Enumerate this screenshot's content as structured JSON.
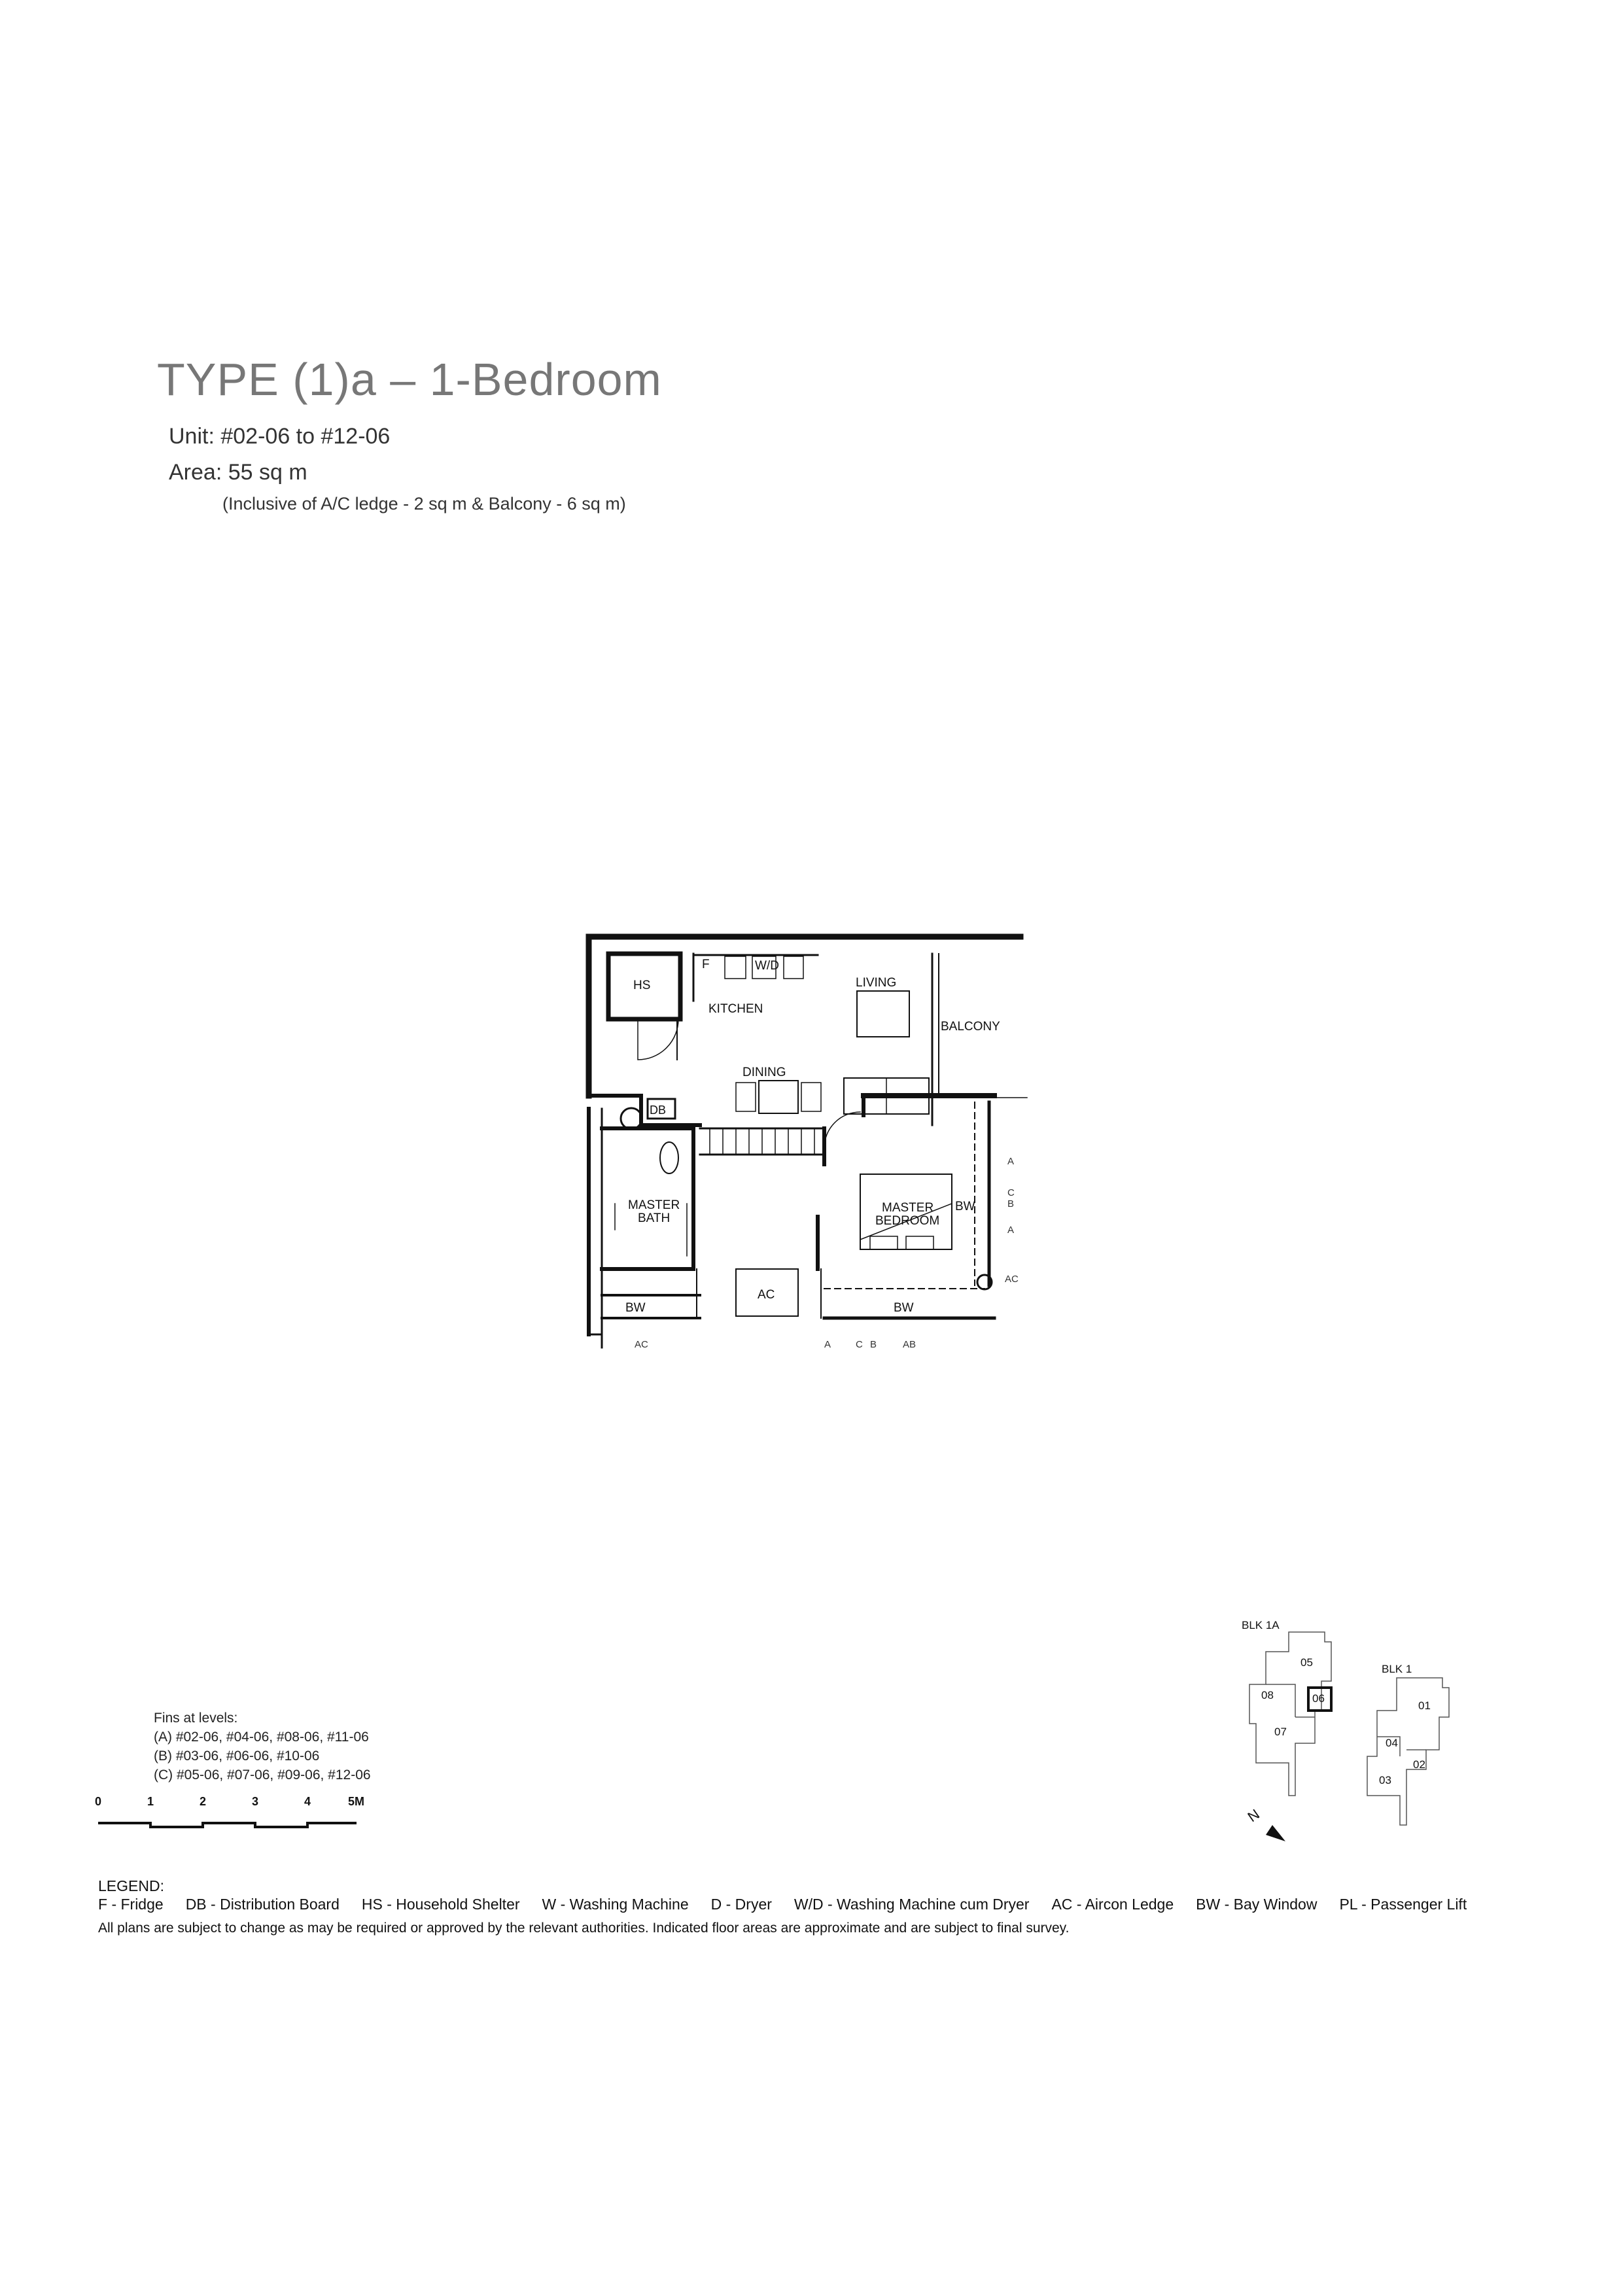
{
  "header": {
    "title": "TYPE (1)a – 1-Bedroom",
    "unit": "Unit: #02-06 to #12-06",
    "area": "Area: 55 sq m",
    "area_note": "(Inclusive of A/C ledge - 2 sq m & Balcony - 6 sq m)"
  },
  "plan": {
    "rooms": {
      "hs": "HS",
      "fridge": "F",
      "wd": "W/D",
      "kitchen": "KITCHEN",
      "living": "LIVING",
      "balcony": "BALCONY",
      "dining": "DINING",
      "db": "DB",
      "master_bath_1": "MASTER",
      "master_bath_2": "BATH",
      "master_bedroom_1": "MASTER",
      "master_bedroom_2": "BEDROOM",
      "bw_right": "BW",
      "bw_bath": "BW",
      "ac_ledge": "AC",
      "bw_bottom": "BW"
    },
    "fin_labels": {
      "bottom_ac": "AC",
      "bottom_a": "A",
      "bottom_c": "C",
      "bottom_b": "B",
      "bottom_ab": "AB",
      "right_a1": "A",
      "right_c": "C",
      "right_b": "B",
      "right_a2": "A",
      "right_ac": "AC"
    }
  },
  "fins": {
    "title": "Fins at levels:",
    "lines": [
      "(A) #02-06, #04-06, #08-06, #11-06",
      "(B) #03-06, #06-06, #10-06",
      "(C) #05-06, #07-06, #09-06, #12-06"
    ]
  },
  "scale": {
    "ticks": [
      "0",
      "1",
      "2",
      "3",
      "4",
      "5M"
    ]
  },
  "keyplan": {
    "blk1a": "BLK 1A",
    "blk1": "BLK 1",
    "units": [
      "05",
      "08",
      "06",
      "07",
      "01",
      "04",
      "02",
      "03"
    ],
    "north": "N"
  },
  "legend": {
    "title": "LEGEND:",
    "items": [
      "F - Fridge",
      "DB - Distribution Board",
      "HS - Household Shelter",
      "W - Washing Machine",
      "D - Dryer",
      "W/D - Washing Machine cum Dryer",
      "AC - Aircon Ledge",
      "BW - Bay Window",
      "PL - Passenger Lift"
    ],
    "disclaimer": "All plans are subject to change as may be required or approved by the relevant authorities. Indicated floor areas are approximate and are subject to final survey."
  }
}
